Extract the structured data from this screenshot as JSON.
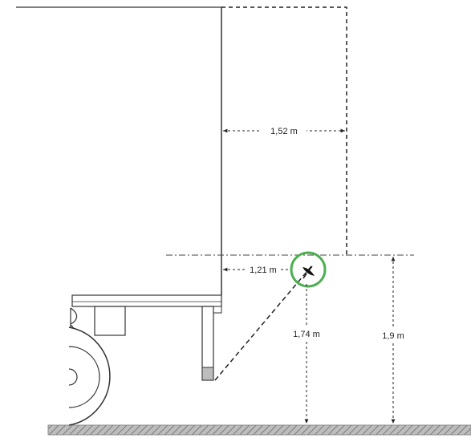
{
  "diagram": {
    "dimensions": {
      "horizontal_upper": "1,52 m",
      "horizontal_lower": "1,21 m",
      "vertical_inner": "1,74 m",
      "vertical_outer": "1,9 m"
    },
    "colors": {
      "line": "#333333",
      "ground": "#8a8a8a",
      "highlight_ring": "#4caf50"
    },
    "icons": [
      "satellite-antenna-icon"
    ]
  }
}
